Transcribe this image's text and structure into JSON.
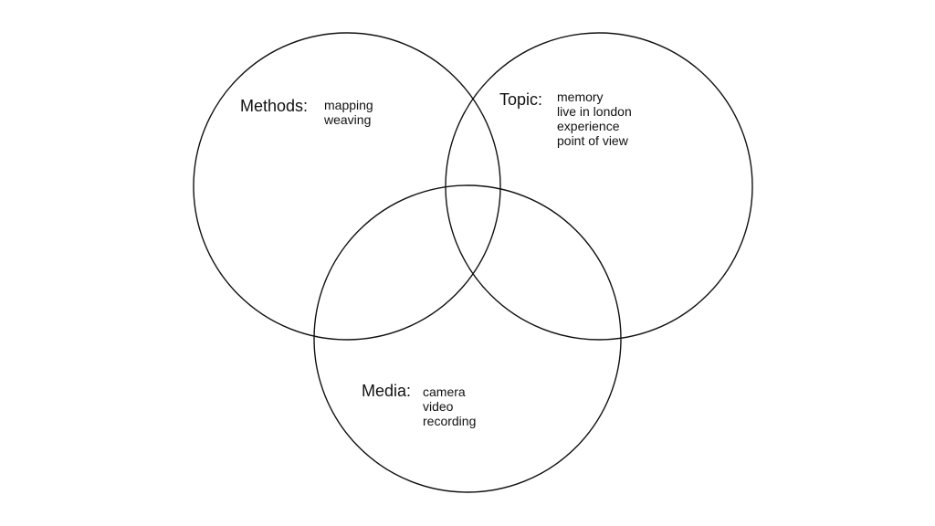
{
  "diagram": {
    "groups": {
      "methods": {
        "title": "Methods:",
        "items": [
          "mapping",
          "weaving"
        ]
      },
      "topic": {
        "title": "Topic:",
        "items": [
          "memory",
          "live in london",
          "experience",
          "point of view"
        ]
      },
      "media": {
        "title": "Media:",
        "items": [
          "camera",
          "video",
          "recording"
        ]
      }
    },
    "colors": {
      "stroke": "#111111",
      "background": "#ffffff"
    }
  }
}
